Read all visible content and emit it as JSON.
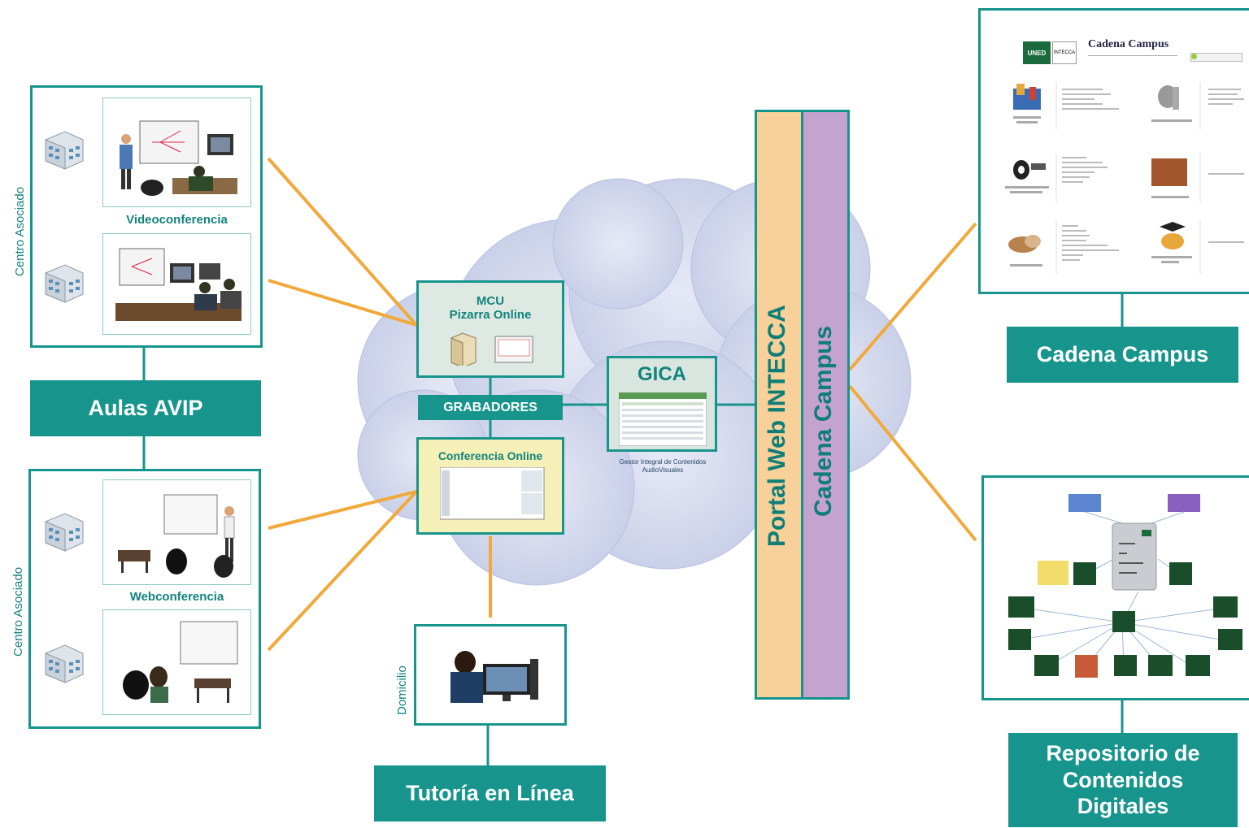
{
  "left": {
    "top_group_side_label": "Centro Asociado",
    "bottom_group_side_label": "Centro Asociado",
    "videoconference_caption": "Videoconferencia",
    "webconference_caption": "Webconferencia",
    "aulas_label": "Aulas AVIP"
  },
  "center": {
    "mcu_title_line1": "MCU",
    "mcu_title_line2": "Pizarra Online",
    "grabadores_label": "GRABADORES",
    "conferencia_title": "Conferencia Online",
    "gica_title": "GICA",
    "gica_caption_line1": "Gestor Integral de Contenidos",
    "gica_caption_line2": "AudioVisuales",
    "domicilio_label": "Domicilio",
    "tutoria_label": "Tutoría en Línea"
  },
  "columns": {
    "portal_label": "Portal Web INTECCA",
    "campus_label": "Cadena Campus"
  },
  "right": {
    "campus_window_title": "Cadena Campus",
    "campus_window_logo1": "UNED",
    "campus_window_logo2": "INTECCA",
    "campus_label": "Cadena Campus",
    "repo_label_line1": "Repositorio de",
    "repo_label_line2": "Contenidos",
    "repo_label_line3": "Digitales"
  },
  "colors": {
    "teal": "#17958d",
    "orange_line": "#f2a93b",
    "portal_fill": "#f7d199",
    "campus_fill": "#c5a3cf",
    "cloud": "#cdd3ea"
  }
}
